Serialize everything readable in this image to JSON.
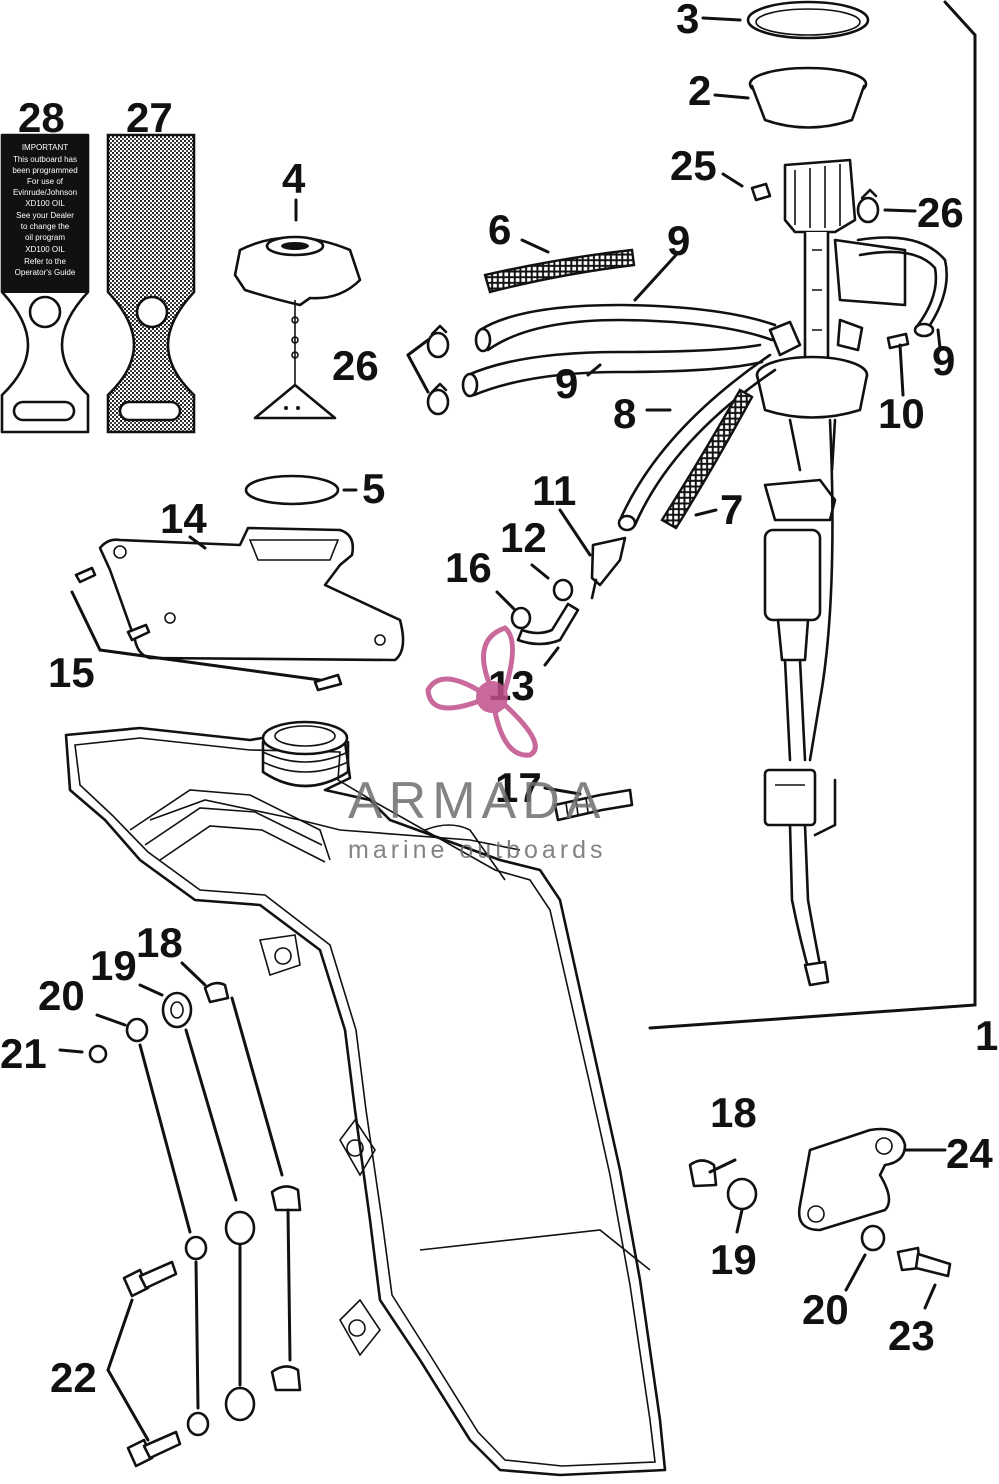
{
  "diagram": {
    "callouts": {
      "c1": "1",
      "c2": "2",
      "c3": "3",
      "c4": "4",
      "c5": "5",
      "c6": "6",
      "c7": "7",
      "c8": "8",
      "c9a": "9",
      "c9b": "9",
      "c9c": "9",
      "c10": "10",
      "c11": "11",
      "c12": "12",
      "c13": "13",
      "c14": "14",
      "c15": "15",
      "c16": "16",
      "c17": "17",
      "c18a": "18",
      "c18b": "18",
      "c19a": "19",
      "c19b": "19",
      "c20a": "20",
      "c20b": "20",
      "c21": "21",
      "c22": "22",
      "c23": "23",
      "c24": "24",
      "c25": "25",
      "c26a": "26",
      "c26b": "26",
      "c27": "27",
      "c28": "28"
    },
    "decal_28_lines": [
      "IMPORTANT",
      "This outboard has",
      "been programmed",
      "For use of",
      "Evinrude/Johnson",
      "XD100 OIL",
      "See your Dealer",
      "to change the",
      "oil program",
      "XD100 OIL",
      "Refer to the",
      "Operator's Guide"
    ]
  },
  "watermark": {
    "brand": "ARMADA",
    "tagline": "marine outboards",
    "color": "#c0508a"
  }
}
